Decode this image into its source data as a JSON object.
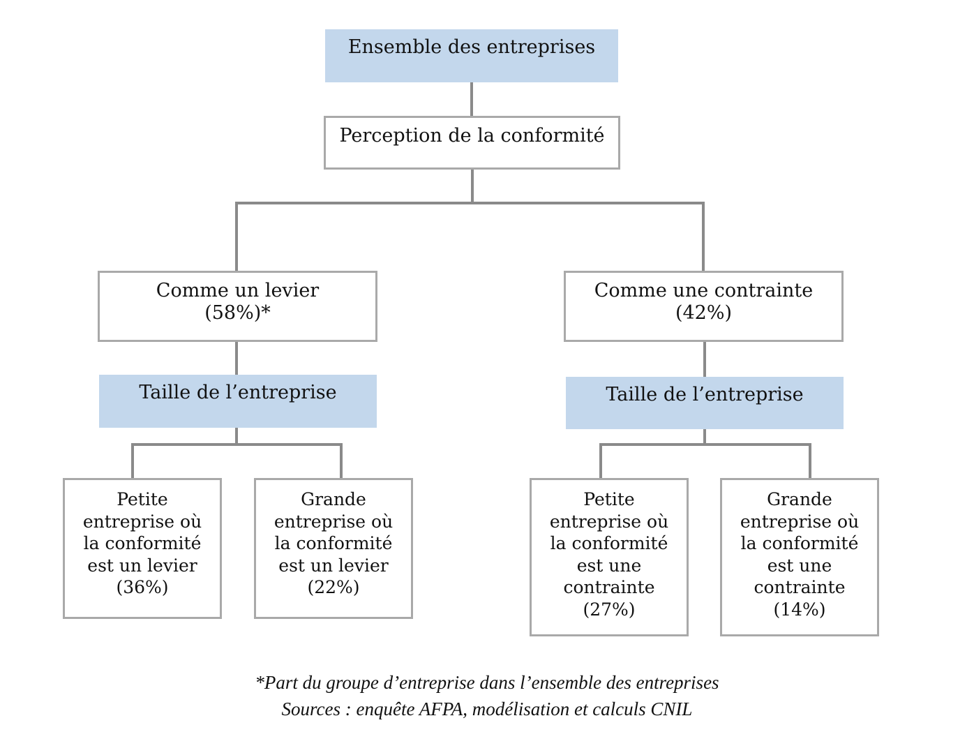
{
  "diagram": {
    "root": "Ensemble des entreprises",
    "level1": "Perception de la conformité",
    "branches": [
      {
        "label": "Comme un levier",
        "share": "(58%)*",
        "split_label": "Taille de l’entreprise",
        "leaves": [
          {
            "lines": [
              "Petite",
              "entreprise où",
              "la conformité",
              "est un levier",
              "(36%)"
            ]
          },
          {
            "lines": [
              "Grande",
              "entreprise où",
              "la conformité",
              "est un levier",
              "(22%)"
            ]
          }
        ]
      },
      {
        "label": "Comme une contrainte",
        "share": "(42%)",
        "split_label": "Taille de l’entreprise",
        "leaves": [
          {
            "lines": [
              "Petite",
              "entreprise où",
              "la conformité",
              "est une",
              "contrainte",
              "(27%)"
            ]
          },
          {
            "lines": [
              "Grande",
              "entreprise où",
              "la conformité",
              "est une",
              "contrainte",
              "(14%)"
            ]
          }
        ]
      }
    ],
    "colors": {
      "highlight": "#c3d7ec",
      "border": "#a9a9a9",
      "connector": "#8a8a8a"
    }
  },
  "footnote": {
    "note": "*Part du groupe d’entreprise dans l’ensemble des entreprises",
    "sources": "Sources : enquête AFPA, modélisation et calculs CNIL"
  }
}
